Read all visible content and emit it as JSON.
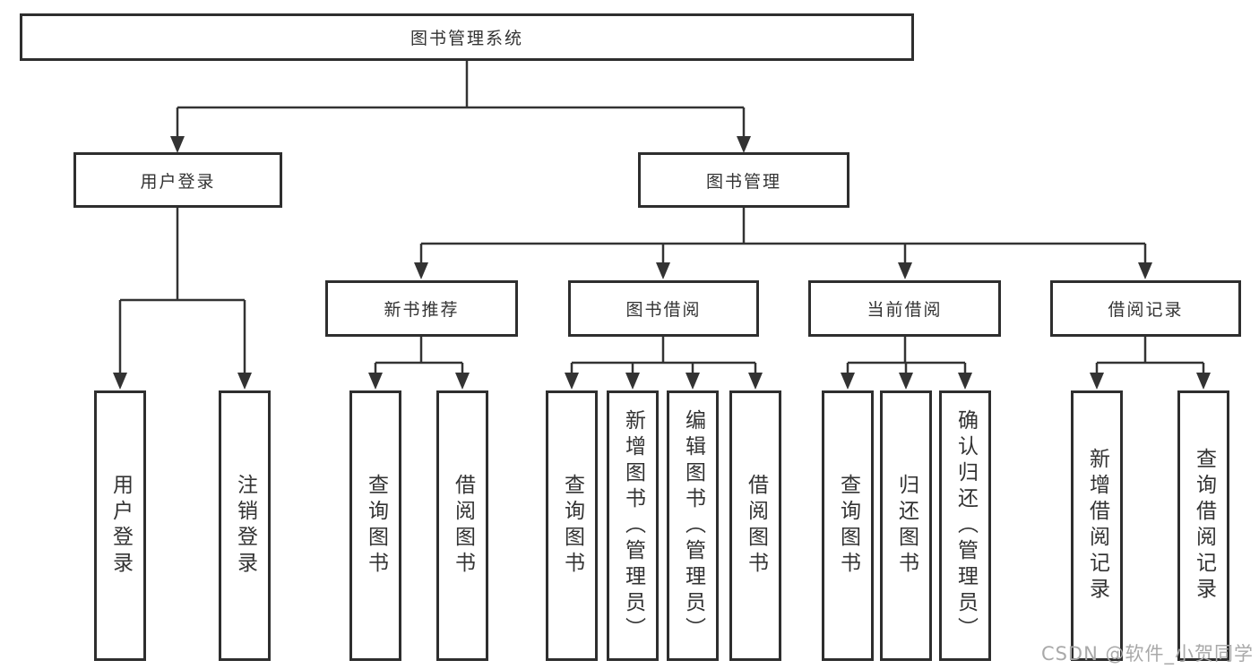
{
  "tree": {
    "label": "图书管理系统",
    "children": [
      {
        "label": "用户登录",
        "children": [
          {
            "label": "用户登录"
          },
          {
            "label": "注销登录"
          }
        ]
      },
      {
        "label": "图书管理",
        "children": [
          {
            "label": "新书推荐",
            "children": [
              {
                "label": "查询图书"
              },
              {
                "label": "借阅图书"
              }
            ]
          },
          {
            "label": "图书借阅",
            "children": [
              {
                "label": "查询图书"
              },
              {
                "label": "新增图书（管理员）"
              },
              {
                "label": "编辑图书（管理员）"
              },
              {
                "label": "借阅图书"
              }
            ]
          },
          {
            "label": "当前借阅",
            "children": [
              {
                "label": "查询图书"
              },
              {
                "label": "归还图书"
              },
              {
                "label": "确认归还（管理员）"
              }
            ]
          },
          {
            "label": "借阅记录",
            "children": [
              {
                "label": "新增借阅记录"
              },
              {
                "label": "查询借阅记录"
              }
            ]
          }
        ]
      }
    ]
  },
  "watermark": {
    "text": "CSDN @软件_小贺同学"
  },
  "colors": {
    "line": "#333333",
    "box_border": "#2e2e2e",
    "box_fill": "#ffffff",
    "text": "#333333",
    "watermark": "#a9a9a9",
    "background": "#ffffff"
  }
}
